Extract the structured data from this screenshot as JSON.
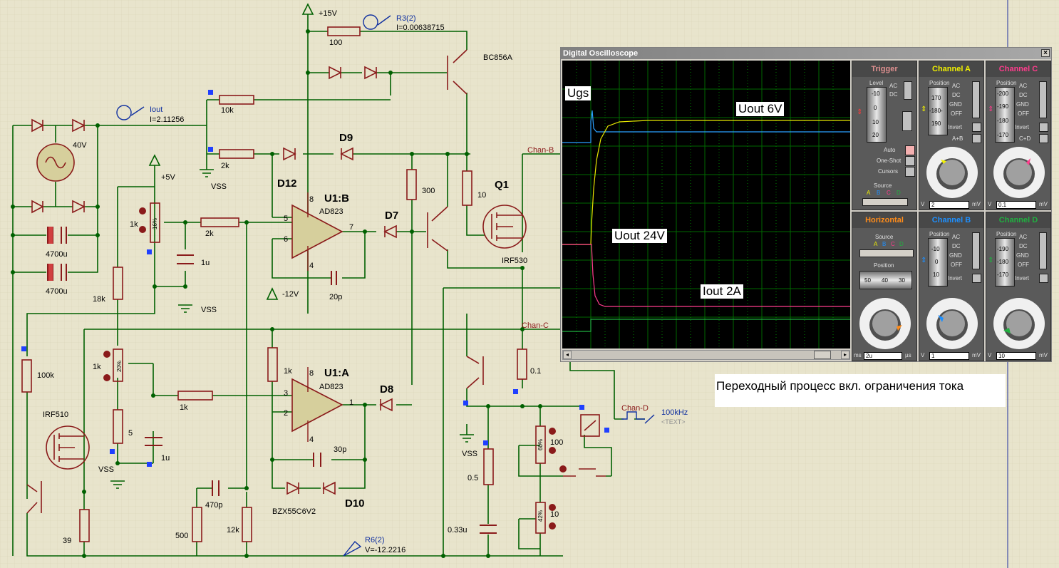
{
  "schematic": {
    "supply_pos": "+15V",
    "supply_5v": "+5V",
    "supply_neg": "-12V",
    "vss": "VSS",
    "probe_r3_name": "R3(2)",
    "probe_r3_value": "I=0.00638715",
    "probe_iout_name": "Iout",
    "probe_iout_value": "I=2.11256",
    "probe_r6_name": "R6(2)",
    "probe_r6_value": "V=-12.2216",
    "source_40v": "40V",
    "cap_4700a": "4700u",
    "cap_4700b": "4700u",
    "r100_top": "100",
    "r10k": "10k",
    "r2k_a": "2k",
    "r2k_b": "2k",
    "pot_1k_a": "1k",
    "pot_16": "16%",
    "cap_1u_a": "1u",
    "r18k": "18k",
    "r100k": "100k",
    "irf510": "IRF510",
    "pot_1k_b": "1k",
    "pot_20": "20%",
    "r1k_mid": "1k",
    "r5": "5",
    "cap_1u_b": "1u",
    "r39": "39",
    "cap_470p": "470p",
    "r500": "500",
    "r12k": "12k",
    "r1k_u1a": "1k",
    "u1b": "U1:B",
    "u1b_part": "AD823",
    "u1a": "U1:A",
    "u1a_part": "AD823",
    "cap_20p": "20p",
    "cap_30p": "30p",
    "d12": "D12",
    "d9": "D9",
    "d7": "D7",
    "d8": "D8",
    "d10": "D10",
    "zener": "BZX55C6V2",
    "bc856a": "BC856A",
    "r300": "300",
    "r10": "10",
    "q1": "Q1",
    "irf530": "IRF530",
    "r01": "0.1",
    "r05": "0.5",
    "cap_033u": "0.33u",
    "pot_100": "100",
    "pot_60": "60%",
    "pot_10": "10",
    "pot_42": "42%",
    "chan_b": "Chan-B",
    "chan_c": "Chan-C",
    "chan_d": "Chan-D",
    "gen_freq": "100kHz",
    "gen_text": "<TEXT>",
    "pin_8a": "8",
    "pin_4a": "4",
    "pin_5": "5",
    "pin_6": "6",
    "pin_7": "7",
    "pin_8b": "8",
    "pin_4b": "4",
    "pin_3": "3",
    "pin_2": "2",
    "pin_1": "1"
  },
  "oscilloscope": {
    "title": "Digital Oscilloscope",
    "close_glyph": "×",
    "annotations": {
      "ugs": "Ugs",
      "uout6": "Uout 6V",
      "uout24": "Uout 24V",
      "iout": "Iout  2A"
    },
    "trigger": {
      "title": "Trigger",
      "level": "Level",
      "ac": "AC",
      "dc": "DC",
      "auto": "Auto",
      "oneshot": "One-Shot",
      "cursors": "Cursors",
      "source": "Source",
      "src_a": "A",
      "src_b": "B",
      "src_c": "C",
      "src_d": "D",
      "ticks": [
        "-10",
        "0",
        "10",
        "20"
      ]
    },
    "channel_a": {
      "title": "Channel A",
      "position": "Position",
      "ac": "AC",
      "dc": "DC",
      "gnd": "GND",
      "off": "OFF",
      "invert": "Invert",
      "combine": "A+B",
      "ticks": [
        "170",
        "-180-",
        "190"
      ],
      "value": "2",
      "unit": "mV",
      "unit_left": "V",
      "color": "#f0f000"
    },
    "channel_c": {
      "title": "Channel C",
      "position": "Position",
      "ac": "AC",
      "dc": "DC",
      "gnd": "GND",
      "off": "OFF",
      "invert": "Invert",
      "combine": "C+D",
      "ticks": [
        "-200",
        "-190",
        "-180",
        "-170"
      ],
      "value": "0.1",
      "unit": "mV",
      "unit_left": "V",
      "color": "#ff3c8c"
    },
    "horizontal": {
      "title": "Horizontal",
      "source": "Source",
      "src_a": "A",
      "src_b": "B",
      "src_c": "C",
      "src_d": "D",
      "position": "Position",
      "ticks": [
        "50",
        "40",
        "30"
      ],
      "value": "2u",
      "unit": "µs",
      "unit_left": "ms",
      "color": "#ff8c1a"
    },
    "channel_b": {
      "title": "Channel B",
      "position": "Position",
      "ac": "AC",
      "dc": "DC",
      "gnd": "GND",
      "off": "OFF",
      "invert": "Invert",
      "ticks": [
        "-10",
        "0",
        "10"
      ],
      "value": "1",
      "unit": "mV",
      "unit_left": "V",
      "color": "#1e90ff"
    },
    "channel_d": {
      "title": "Channel D",
      "position": "Position",
      "ac": "AC",
      "dc": "DC",
      "gnd": "GND",
      "off": "OFF",
      "invert": "Invert",
      "ticks": [
        "-190",
        "-180",
        "-170"
      ],
      "value": "10",
      "unit": "mV",
      "unit_left": "V",
      "color": "#20b040"
    },
    "dial_scale": [
      "0.5",
      "0.2",
      "0.1",
      "50",
      "20",
      "10",
      "5",
      "2",
      "1",
      "0.5",
      "0.2",
      "0.1",
      "50",
      "20",
      "10",
      "5",
      "2",
      "1"
    ]
  },
  "note": "Переходный процесс вкл. ограничения тока"
}
